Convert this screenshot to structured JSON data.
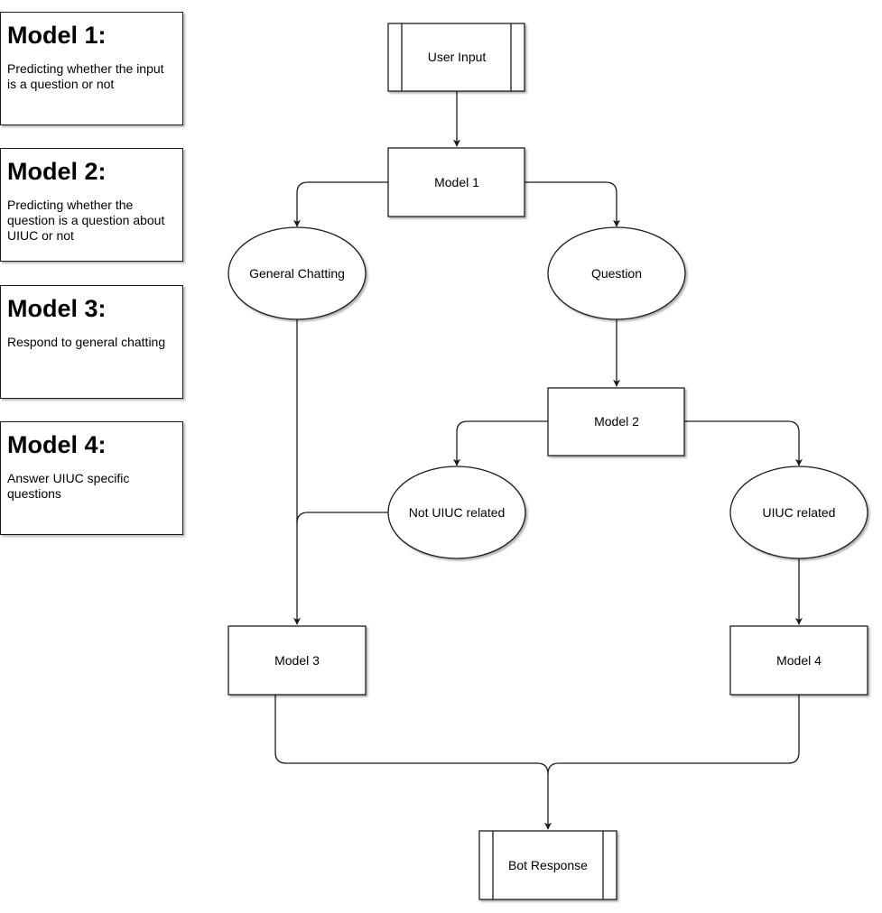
{
  "legend": [
    {
      "title": "Model 1:",
      "description": "Predicting whether the input is a question or not"
    },
    {
      "title": "Model 2:",
      "description": "Predicting whether the question is a question about UIUC or not"
    },
    {
      "title": "Model 3:",
      "description": "Respond to general chatting"
    },
    {
      "title": "Model 4:",
      "description": "Answer UIUC specific questions"
    }
  ],
  "flow": {
    "user_input": "User Input",
    "model_1": "Model 1",
    "general_chatting": "General Chatting",
    "question": "Question",
    "model_2": "Model 2",
    "not_uiuc_related": "Not UIUC related",
    "uiuc_related": "UIUC related",
    "model_3": "Model 3",
    "model_4": "Model 4",
    "bot_response": "Bot Response"
  },
  "colors": {
    "stroke": "#1a1a1a",
    "fill": "#ffffff",
    "text": "#000000"
  }
}
